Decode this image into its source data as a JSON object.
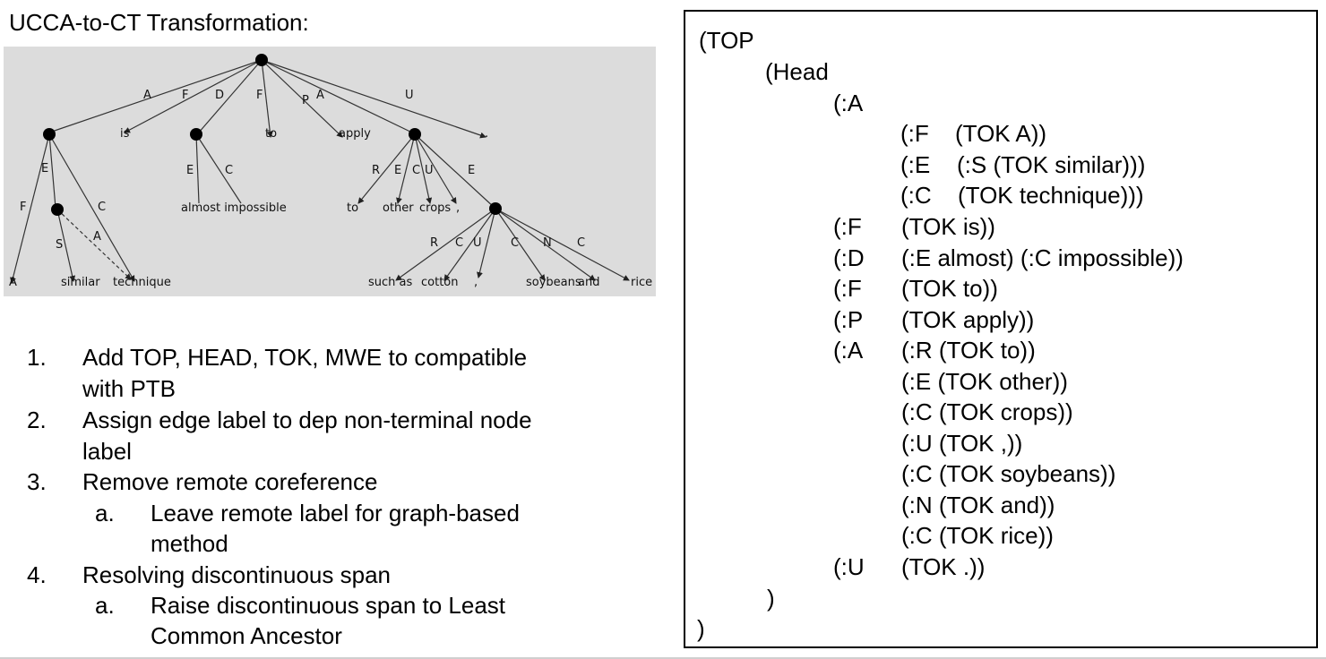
{
  "title": "UCCA-to-CT Transformation:",
  "tree": {
    "edges": {
      "e1": "A",
      "e2": "F",
      "e3": "D",
      "e4": "F",
      "e5": "P",
      "e6": "A",
      "e7": "U",
      "e8": "E",
      "e9": "F",
      "e10": "C",
      "e11": "S",
      "e12": "A",
      "e13": "E",
      "e14": "C",
      "e15": "R",
      "e16": "E",
      "e17": "C",
      "e18": "U",
      "e19": "E",
      "e20": "R",
      "e21": "C",
      "e22": "U",
      "e23": "C",
      "e24": "N",
      "e25": "C"
    },
    "leaves": {
      "is": "is",
      "to1": "to",
      "apply": "apply",
      "dot": ".",
      "almost_impossible": "almost impossible",
      "to2": "to",
      "other": "other",
      "crops": "crops",
      "comma1": ",",
      "A": "A",
      "similar": "similar",
      "technique": "technique",
      "such_as": "such as",
      "cotton": "cotton",
      "comma2": ",",
      "soybeans": "soybeans",
      "and": "and",
      "rice": "rice"
    }
  },
  "steps": [
    {
      "num": "1.",
      "lines": [
        "Add TOP, HEAD, TOK, MWE to compatible",
        "with PTB"
      ]
    },
    {
      "num": "2.",
      "lines": [
        "Assign edge label to dep non-terminal node",
        "label"
      ]
    },
    {
      "num": "3.",
      "lines": [
        "Remove remote coreference"
      ]
    },
    {
      "num": "a.",
      "lines": [
        "Leave remote label for graph-based",
        "method"
      ]
    },
    {
      "num": "4.",
      "lines": [
        "Resolving discontinuous span"
      ]
    },
    {
      "num": "a.",
      "lines": [
        "Raise discontinuous span to Least",
        "Common Ancestor"
      ]
    }
  ],
  "ctree": {
    "l01": "(TOP",
    "l02": "(Head",
    "l03": "(:A",
    "l04a": "(:F",
    "l04b": "(TOK A))",
    "l05a": "(:E",
    "l05b": "(:S (TOK similar)))",
    "l06a": "(:C",
    "l06b": "(TOK technique)))",
    "l07a": "(:F",
    "l07b": "(TOK is))",
    "l08a": "(:D",
    "l08b": "(:E almost) (:C impossible))",
    "l09a": "(:F",
    "l09b": "(TOK to))",
    "l10a": "(:P",
    "l10b": "(TOK apply))",
    "l11a": "(:A",
    "l11b": "(:R (TOK to))",
    "l12": "(:E (TOK other))",
    "l13": "(:C (TOK crops))",
    "l14": "(:U (TOK ,))",
    "l15": "(:C (TOK soybeans))",
    "l16": "(:N (TOK and))",
    "l17": "(:C (TOK rice))",
    "l18a": "(:U",
    "l18b": "(TOK .))",
    "l19": ")",
    "l20": ")"
  }
}
